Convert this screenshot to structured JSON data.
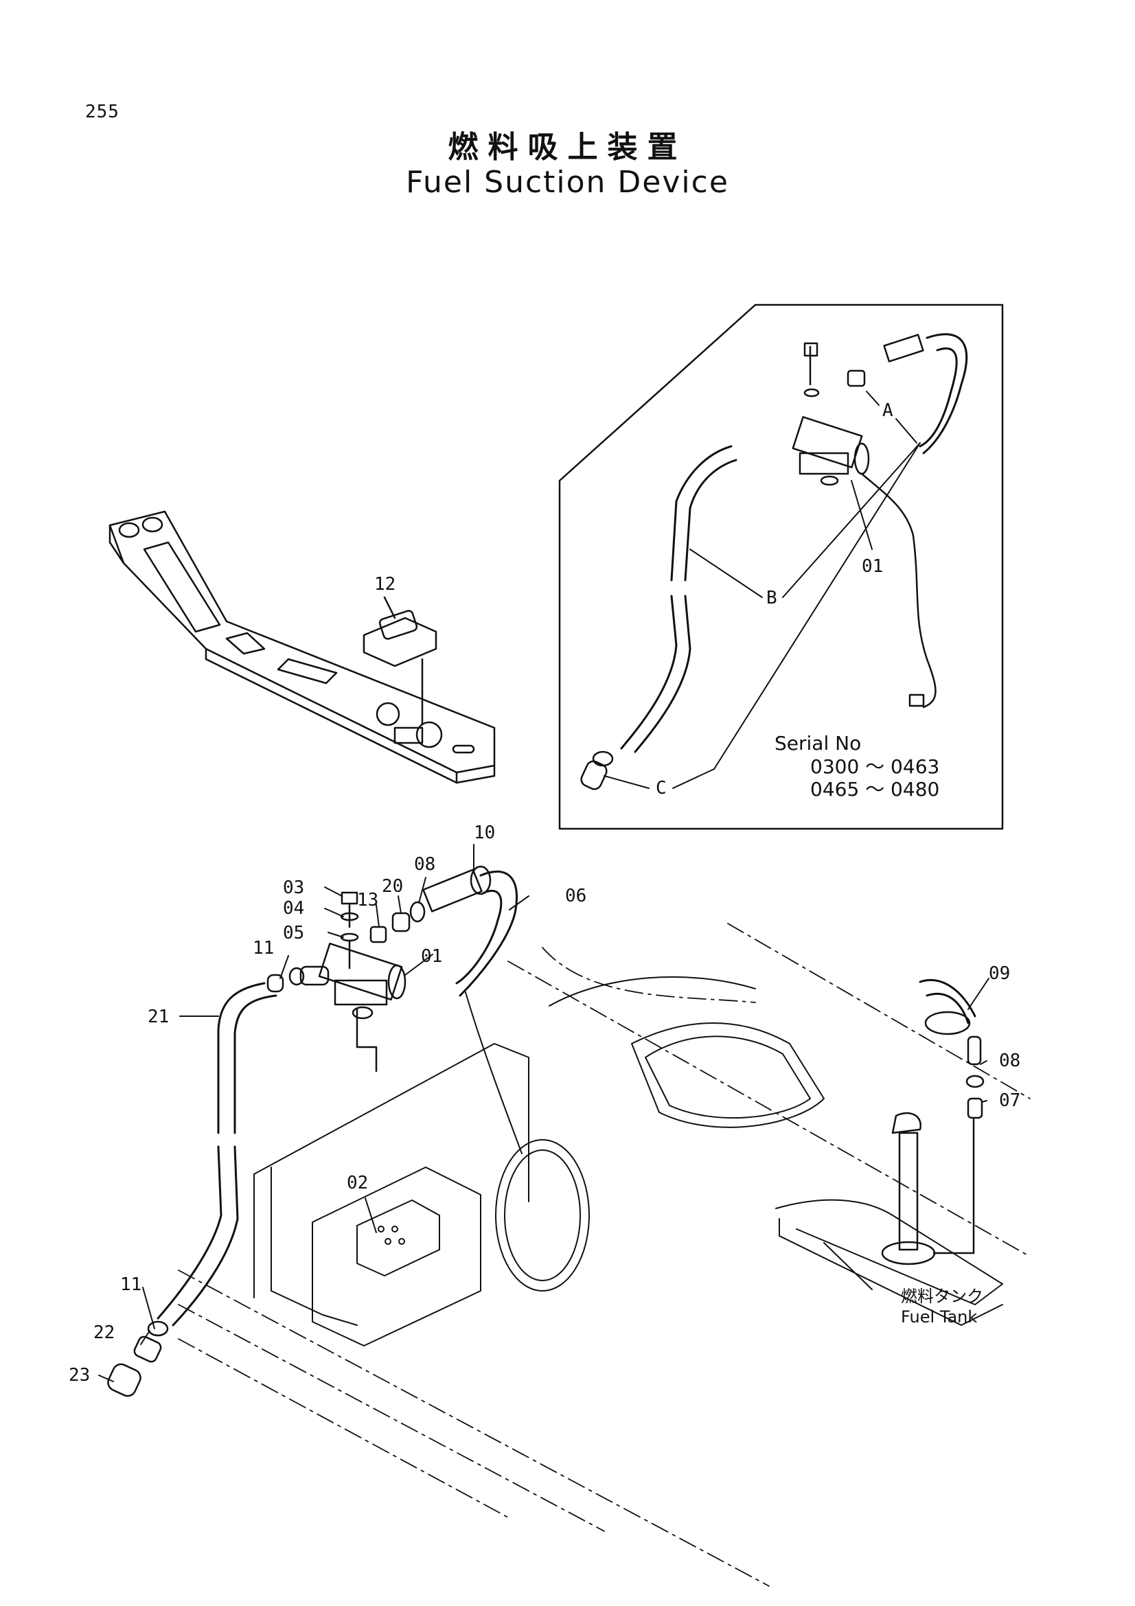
{
  "page": {
    "number": "255",
    "title_ja": "燃料吸上装置",
    "title_en": "Fuel Suction Device"
  },
  "inset": {
    "serial_label": "Serial No",
    "serial_ranges": [
      "0300 ～ 0463",
      "0465 ～ 0480"
    ],
    "letters": [
      "A",
      "B",
      "C"
    ],
    "part_callout": "01"
  },
  "callouts": {
    "p01": "01",
    "p02": "02",
    "p03": "03",
    "p04": "04",
    "p05": "05",
    "p06": "06",
    "p07": "07",
    "p08a": "08",
    "p08b": "08",
    "p09": "09",
    "p10": "10",
    "p11a": "11",
    "p11b": "11",
    "p12": "12",
    "p13": "13",
    "p20": "20",
    "p21": "21",
    "p22": "22",
    "p23": "23"
  },
  "fuel_tank": {
    "label_ja": "燃料タンク",
    "label_en": "Fuel Tank"
  }
}
